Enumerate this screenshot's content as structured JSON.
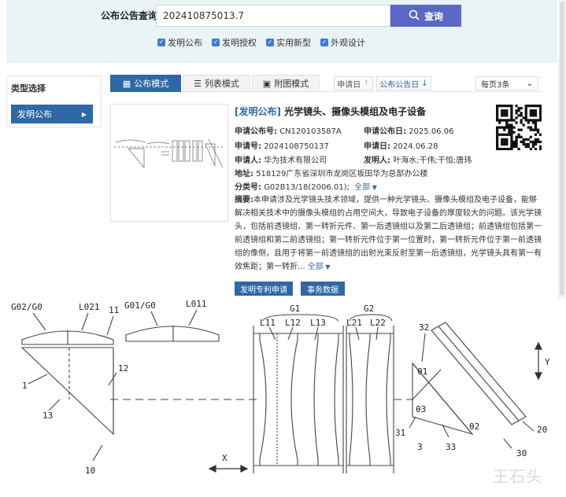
{
  "search": {
    "label": "公布公告查询",
    "value": "202410875013.7",
    "button_label": "查询",
    "types": [
      {
        "label": "发明公布",
        "checked": true
      },
      {
        "label": "发明授权",
        "checked": true
      },
      {
        "label": "实用新型",
        "checked": true
      },
      {
        "label": "外观设计",
        "checked": true
      }
    ]
  },
  "sidebar": {
    "title": "类型选择",
    "items": [
      {
        "label": "发明公布",
        "selected": true
      }
    ]
  },
  "tabs": [
    {
      "label": "公布模式",
      "active": true
    },
    {
      "label": "列表模式",
      "active": false
    },
    {
      "label": "附图模式",
      "active": false
    }
  ],
  "sort": {
    "apply_date": "申请日",
    "pub_date": "公布公告日"
  },
  "page_size": "每页3条",
  "result": {
    "title_bracket": "[发明公布]",
    "title": "光学镜头、摄像头模组及电子设备",
    "pub_no_label": "申请公布号:",
    "pub_no": "CN120103587A",
    "pub_date_label": "申请公布日:",
    "pub_date": "2025.06.06",
    "app_no_label": "申请号:",
    "app_no": "2024108750137",
    "app_date_label": "申请日:",
    "app_date": "2024.06.28",
    "applicant_label": "申请人:",
    "applicant": "华为技术有限公司",
    "inventor_label": "发明人:",
    "inventor": "叶海水;干伟;干恒;唐玮",
    "address_label": "地址:",
    "address": "518129广东省深圳市龙岗区坂田华为总部办公楼",
    "class_label": "分类号:",
    "class_no": "G02B13/18(2006.01);",
    "class_more": "全部",
    "abstract_label": "摘要:",
    "abstract": "本申请涉及光学镜头技术领域，提供一种光学镜头、摄像头模组及电子设备，能够解决相关技术中的摄像头模组的占用空间大，导致电子设备的厚度较大的问题。该光学镜头，包括前透镜组、第一转折元件、第一后透镜组以及第二后透镜组；前透镜组包括第一前透镜组和第二前透镜组；第一转折元件位于第一位置时，第一转折元件位于第一前透镜组的像侧，且用于将第一前透镜组的出射光束反射至第一后透镜组，光学镜头具有第一有效焦距；第一转折...",
    "abstract_more": "全部",
    "buttons": {
      "apply": "发明专利申请",
      "data": "事务数据"
    }
  },
  "figure_labels": {
    "g02": "G02/G0",
    "l021": "L021",
    "n11": "11",
    "g01": "G01/G0",
    "l011": "L011",
    "n12": "12",
    "n1": "1",
    "n13": "13",
    "n10": "10",
    "x": "X",
    "g1": "G1",
    "l11": "L11",
    "l12": "L12",
    "l13": "L13",
    "g2": "G2",
    "l21": "L21",
    "l22": "L22",
    "n32": "32",
    "t1": "θ1",
    "t3": "θ3",
    "t2": "θ2",
    "y": "Y",
    "n31": "31",
    "n3": "3",
    "n33": "33",
    "n30": "30",
    "n20": "20"
  },
  "watermark": "王石头"
}
